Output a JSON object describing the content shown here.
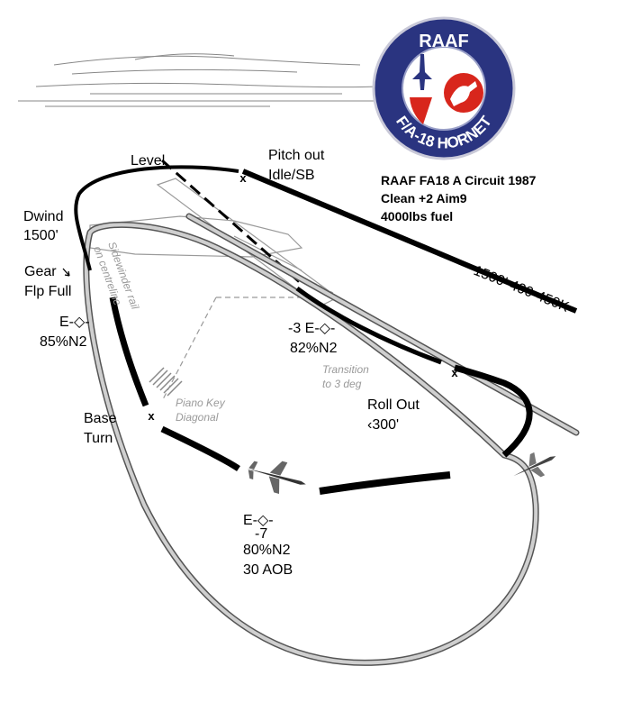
{
  "badge": {
    "top_text": "RAAF",
    "bottom_text": "F/A-18 HORNET",
    "colors": {
      "ring": "#2a3480",
      "center": "#ffffff",
      "red": "#d8261c"
    }
  },
  "title_block": {
    "line1": "RAAF FA18 A Circuit 1987",
    "line2": "Clean +2 Aim9",
    "line3": "4000lbs fuel"
  },
  "labels": {
    "level": "Level",
    "pitch_out_1": "Pitch out",
    "pitch_out_2": "Idle/SB",
    "dwind_1": "Dwind",
    "dwind_2": "1500'",
    "gear_1": "Gear",
    "gear_2": "Flp Full",
    "downwind_power_sym": "E-◇-",
    "downwind_power": "85%N2",
    "initial": "1500' 400-450K",
    "transition_power_sym": "-3 E-◇-",
    "transition_power": "82%N2",
    "transition_1": "Transition",
    "transition_2": "to 3 deg",
    "roll_out_1": "Roll Out",
    "roll_out_2": "‹300'",
    "base_1": "Base",
    "base_2": "Turn",
    "base_power_sym": "E-◇-",
    "base_power_1": "-7",
    "base_power_2": "80%N2",
    "base_power_3": "30 AOB",
    "sidewinder_1": "Sidewinder rail",
    "sidewinder_2": "on centreline",
    "piano_1": "Piano Key",
    "piano_2": "Diagonal",
    "x_mark": "x"
  }
}
